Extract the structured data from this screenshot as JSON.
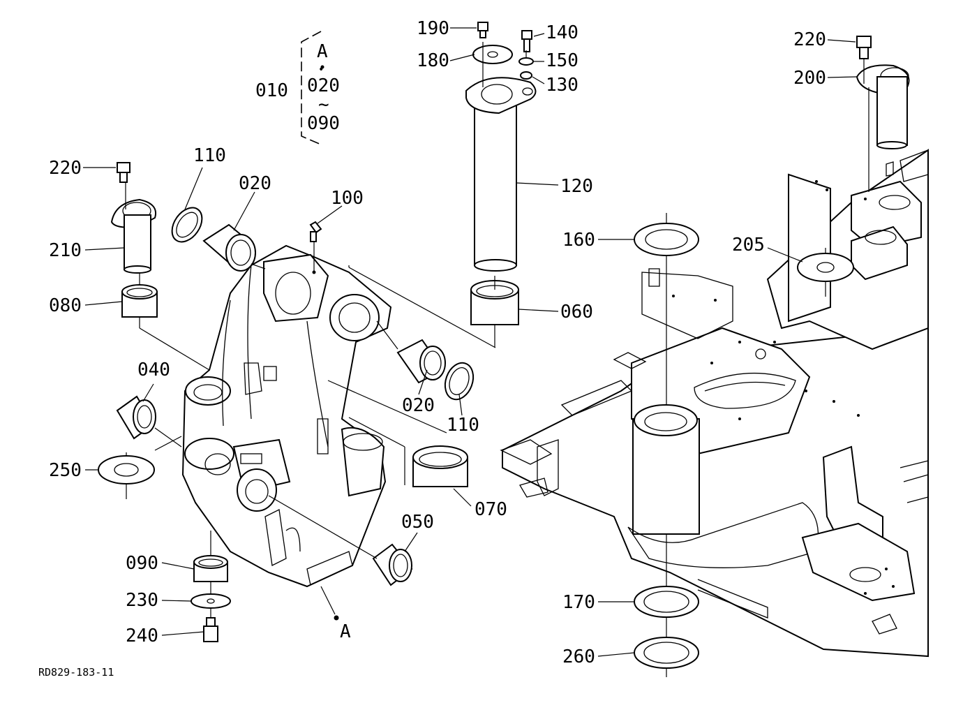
{
  "diagram": {
    "reference_code": "RD829-183-11",
    "group": {
      "main": "010",
      "line1": "A",
      "dot": "•",
      "line2": "020",
      "tilde": "~",
      "line3": "090"
    },
    "callouts": {
      "c190": "190",
      "c140": "140",
      "c180": "180",
      "c150": "150",
      "c130": "130",
      "c220a": "220",
      "c200": "200",
      "c220b": "220",
      "c110a": "110",
      "c020a": "020",
      "c100": "100",
      "c210": "210",
      "c080": "080",
      "c120": "120",
      "c160": "160",
      "c205": "205",
      "c060": "060",
      "c040": "040",
      "c020b": "020",
      "c110b": "110",
      "c250": "250",
      "c070": "070",
      "c050": "050",
      "c090": "090",
      "c230": "230",
      "c240": "240",
      "cA": "A",
      "c170": "170",
      "c260": "260"
    }
  }
}
